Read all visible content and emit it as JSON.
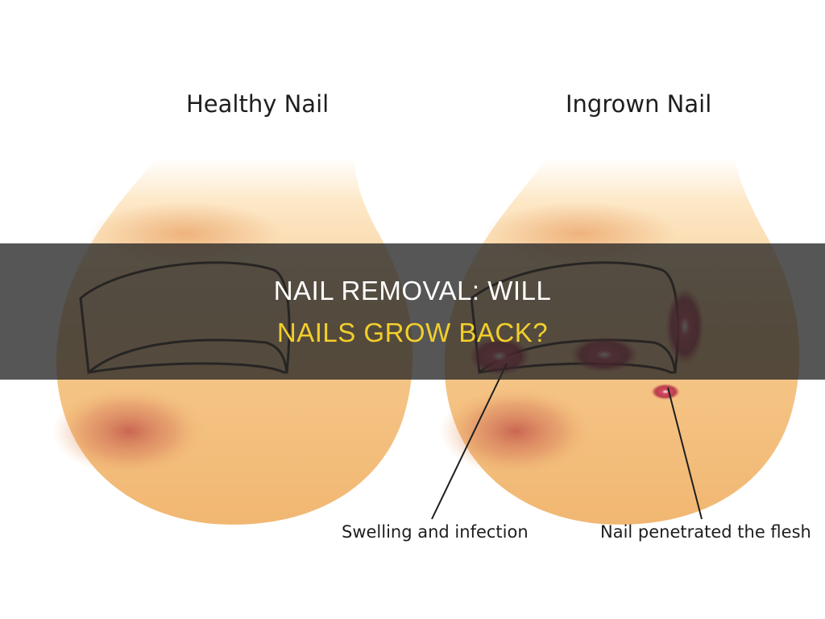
{
  "panels": {
    "healthy_label": "Healthy Nail",
    "ingrown_label": "Ingrown Nail"
  },
  "callouts": {
    "swelling": "Swelling and infection",
    "penetrated": "Nail penetrated the flesh"
  },
  "title": {
    "line1": "NAIL REMOVAL: WILL",
    "line2": "NAILS GROW BACK?"
  },
  "colors": {
    "skin": "#f3bd7a",
    "skin_light": "#fde8c7",
    "nail_outline": "#2a2018",
    "inflammation": "#b3123a",
    "banner": "#262626",
    "title_accent": "#f2cf2b"
  }
}
